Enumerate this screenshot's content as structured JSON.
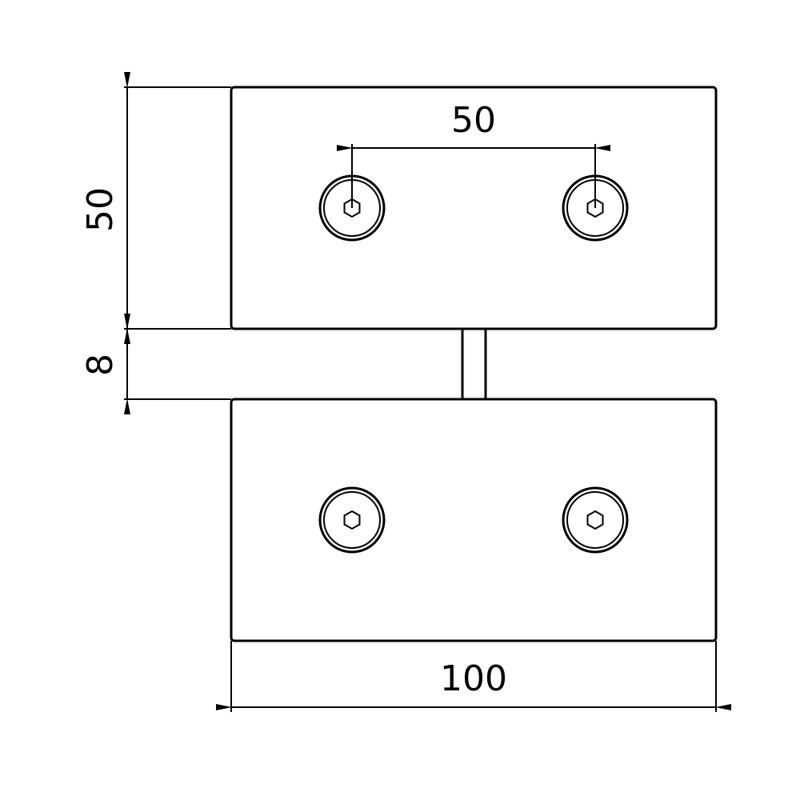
{
  "dimensions": {
    "hole_spacing": "50",
    "plate_height": "50",
    "gap": "8",
    "plate_width": "100"
  },
  "colors": {
    "line": "#000000",
    "background": "#ffffff"
  }
}
